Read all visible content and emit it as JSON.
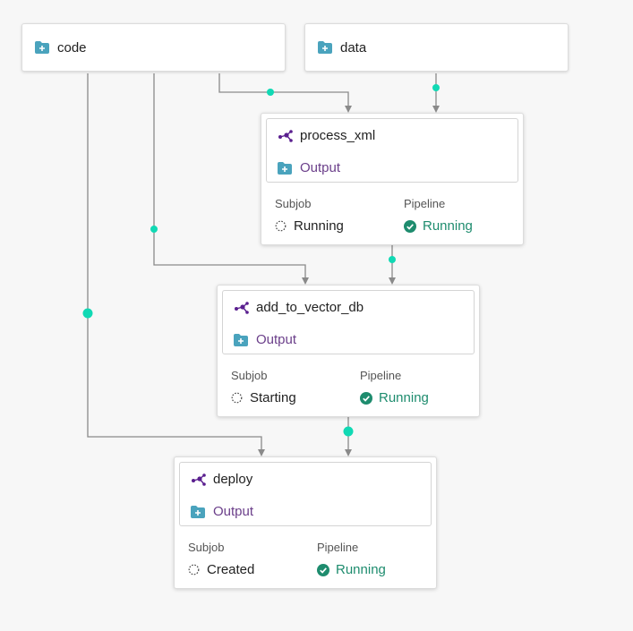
{
  "repos": {
    "code": {
      "label": "code"
    },
    "data": {
      "label": "data"
    }
  },
  "nodes": [
    {
      "title": "process_xml",
      "output_label": "Output",
      "subjob_label": "Subjob",
      "subjob_status": "Running",
      "pipeline_label": "Pipeline",
      "pipeline_status": "Running"
    },
    {
      "title": "add_to_vector_db",
      "output_label": "Output",
      "subjob_label": "Subjob",
      "subjob_status": "Starting",
      "pipeline_label": "Pipeline",
      "pipeline_status": "Running"
    },
    {
      "title": "deploy",
      "output_label": "Output",
      "subjob_label": "Subjob",
      "subjob_status": "Created",
      "pipeline_label": "Pipeline",
      "pipeline_status": "Running"
    }
  ],
  "icons": {
    "repo": "folder-icon",
    "output": "folder-icon",
    "pipeline": "pipeline-icon",
    "subjob_status": "spinner-icon",
    "pipeline_status": "check-circle-icon"
  },
  "colors": {
    "edge": "#8a8a8a",
    "edge_dot": "#11d9b4",
    "folder": "#4aa3bd",
    "output_text": "#6b3f8a",
    "pipeline_icon": "#5a1f8f",
    "running_ok": "#1e8c6e"
  }
}
